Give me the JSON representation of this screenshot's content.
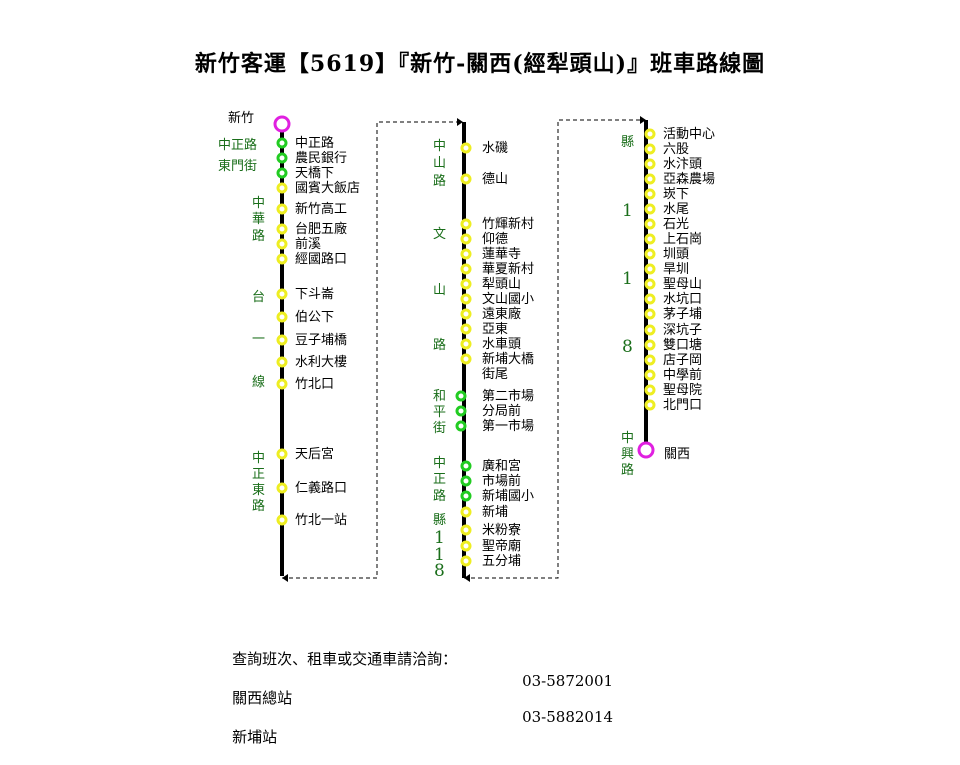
{
  "title": "新竹客運【5619】『新竹-關西(經犁頭山)』班車路線圖",
  "colors": {
    "route": "#000000",
    "green_stop": "#22cc22",
    "yellow_stop": "#eeee22",
    "terminal": "#e020e0",
    "road_text": "#1a6e1a"
  },
  "col1": {
    "start": "新竹",
    "stops": [
      {
        "name": "中正路",
        "type": "green"
      },
      {
        "name": "農民銀行",
        "type": "green"
      },
      {
        "name": "天橋下",
        "type": "green"
      },
      {
        "name": "國賓大飯店",
        "type": "yellow"
      },
      {
        "name": "新竹高工",
        "type": "yellow"
      },
      {
        "name": "台肥五廠",
        "type": "yellow"
      },
      {
        "name": "前溪",
        "type": "yellow"
      },
      {
        "name": "經國路口",
        "type": "yellow"
      },
      {
        "name": "下斗崙",
        "type": "yellow"
      },
      {
        "name": "伯公下",
        "type": "yellow"
      },
      {
        "name": "豆子埔橋",
        "type": "yellow"
      },
      {
        "name": "水利大樓",
        "type": "yellow"
      },
      {
        "name": "竹北口",
        "type": "yellow"
      },
      {
        "name": "天后宮",
        "type": "yellow"
      },
      {
        "name": "仁義路口",
        "type": "yellow"
      },
      {
        "name": "竹北一站",
        "type": "yellow"
      }
    ],
    "roads": [
      "中正路",
      "東門街",
      "中華路",
      "台",
      "一",
      "線",
      "中正東路"
    ]
  },
  "col2": {
    "stops": [
      {
        "name": "水磯",
        "type": "yellow"
      },
      {
        "name": "德山",
        "type": "yellow"
      },
      {
        "name": "竹輝新村",
        "type": "yellow"
      },
      {
        "name": "仰德",
        "type": "yellow"
      },
      {
        "name": "蓮華寺",
        "type": "yellow"
      },
      {
        "name": "華夏新村",
        "type": "yellow"
      },
      {
        "name": "犁頭山",
        "type": "yellow"
      },
      {
        "name": "文山國小",
        "type": "yellow"
      },
      {
        "name": "遠東廠",
        "type": "yellow"
      },
      {
        "name": "亞東",
        "type": "yellow"
      },
      {
        "name": "水車頭",
        "type": "yellow"
      },
      {
        "name": "新埔大橋",
        "type": "yellow"
      },
      {
        "name": "街尾",
        "type": "none"
      },
      {
        "name": "第二市場",
        "type": "green"
      },
      {
        "name": "分局前",
        "type": "green"
      },
      {
        "name": "第一市場",
        "type": "green"
      },
      {
        "name": "廣和宮",
        "type": "green"
      },
      {
        "name": "市場前",
        "type": "green"
      },
      {
        "name": "新埔國小",
        "type": "green"
      },
      {
        "name": "新埔",
        "type": "yellow"
      },
      {
        "name": "米粉寮",
        "type": "yellow"
      },
      {
        "name": "聖帝廟",
        "type": "yellow"
      },
      {
        "name": "五分埔",
        "type": "yellow"
      }
    ],
    "roads": [
      "中山路",
      "文",
      "山",
      "路",
      "和平街",
      "中正路",
      "縣"
    ],
    "route_num": [
      "1",
      "1",
      "8"
    ]
  },
  "col3": {
    "stops": [
      {
        "name": "活動中心",
        "type": "yellow"
      },
      {
        "name": "六股",
        "type": "yellow"
      },
      {
        "name": "水汴頭",
        "type": "yellow"
      },
      {
        "name": "亞森農場",
        "type": "yellow"
      },
      {
        "name": "崁下",
        "type": "yellow"
      },
      {
        "name": "水尾",
        "type": "yellow"
      },
      {
        "name": "石光",
        "type": "yellow"
      },
      {
        "name": "上石崗",
        "type": "yellow"
      },
      {
        "name": "圳頭",
        "type": "yellow"
      },
      {
        "name": "旱圳",
        "type": "yellow"
      },
      {
        "name": "聖母山",
        "type": "yellow"
      },
      {
        "name": "水坑口",
        "type": "yellow"
      },
      {
        "name": "茅子埔",
        "type": "yellow"
      },
      {
        "name": "深坑子",
        "type": "yellow"
      },
      {
        "name": "雙口塘",
        "type": "yellow"
      },
      {
        "name": "店子岡",
        "type": "yellow"
      },
      {
        "name": "中學前",
        "type": "yellow"
      },
      {
        "name": "聖母院",
        "type": "yellow"
      },
      {
        "name": "北門口",
        "type": "yellow"
      }
    ],
    "end": "關西",
    "roads": [
      "縣",
      "中興路"
    ],
    "route_num": [
      "1",
      "1",
      "8"
    ]
  },
  "footer": {
    "prompt": "查詢班次、租車或交通車請洽詢：",
    "station1": "關西總站",
    "station2": "新埔站",
    "phone1": "03-5872001",
    "phone2": "03-5882014"
  }
}
